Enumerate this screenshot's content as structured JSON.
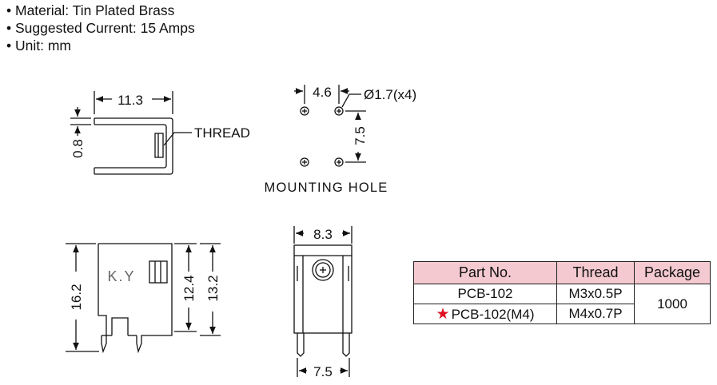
{
  "specs": {
    "material": "Material: Tin Plated Brass",
    "current": "Suggested Current: 15 Amps",
    "unit": "Unit: mm"
  },
  "side_view": {
    "width_dim": "11.3",
    "thickness_dim": "0.8",
    "thread_label": "THREAD"
  },
  "mounting_hole": {
    "spacing_x": "4.6",
    "hole_dia": "Ø1.7(x4)",
    "spacing_y": "7.5",
    "caption": "MOUNTING HOLE"
  },
  "front_view": {
    "marking": "K.Y",
    "height_total": "16.2",
    "height_inner": "12.4",
    "height_body": "13.2"
  },
  "end_view": {
    "width_top": "8.3",
    "width_bottom": "7.5"
  },
  "table": {
    "headers": [
      "Part No.",
      "Thread",
      "Package"
    ],
    "rows": [
      {
        "part": "PCB-102",
        "thread": "M3x0.5P",
        "starred": false
      },
      {
        "part": "PCB-102(M4)",
        "thread": "M4x0.7P",
        "starred": true
      }
    ],
    "package": "1000",
    "star_symbol": "★",
    "accent": "#e01020",
    "header_bg": "#f4c9cf"
  }
}
